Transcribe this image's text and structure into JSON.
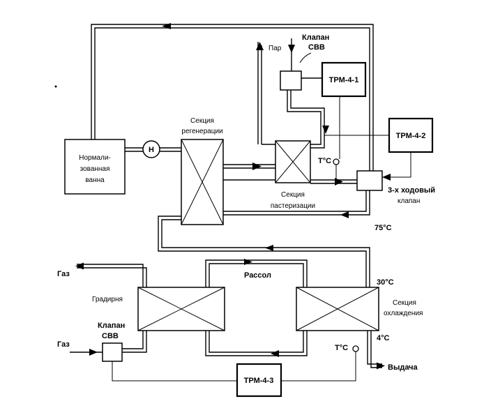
{
  "labels": {
    "steam": "Пар",
    "valve_top_1": "Клапан",
    "valve_top_2": "СВВ",
    "trm1": "ТРМ-4-1",
    "trm2": "ТРМ-4-2",
    "trm3": "ТРМ-4-3",
    "norm_1": "Нормали-",
    "norm_2": "зованная",
    "norm_3": "ванна",
    "pump": "Н",
    "regen_1": "Секция",
    "regen_2": "регенерации",
    "past_1": "Секция",
    "past_2": "пастеризации",
    "temp_sensor": "T°C",
    "three_way_1": "3-х ходовый",
    "three_way_2": "клапан",
    "temp75": "75°C",
    "gas_top": "Газ",
    "gas_bottom": "Газ",
    "cooler": "Градирня",
    "brine": "Рассол",
    "temp30": "30°C",
    "cool_1": "Секция",
    "cool_2": "охлаждения",
    "valve_bot_1": "Клапан",
    "valve_bot_2": "СВВ",
    "temp4": "4°C",
    "temp_sensor_2": "T°C",
    "output": "Выдача"
  }
}
